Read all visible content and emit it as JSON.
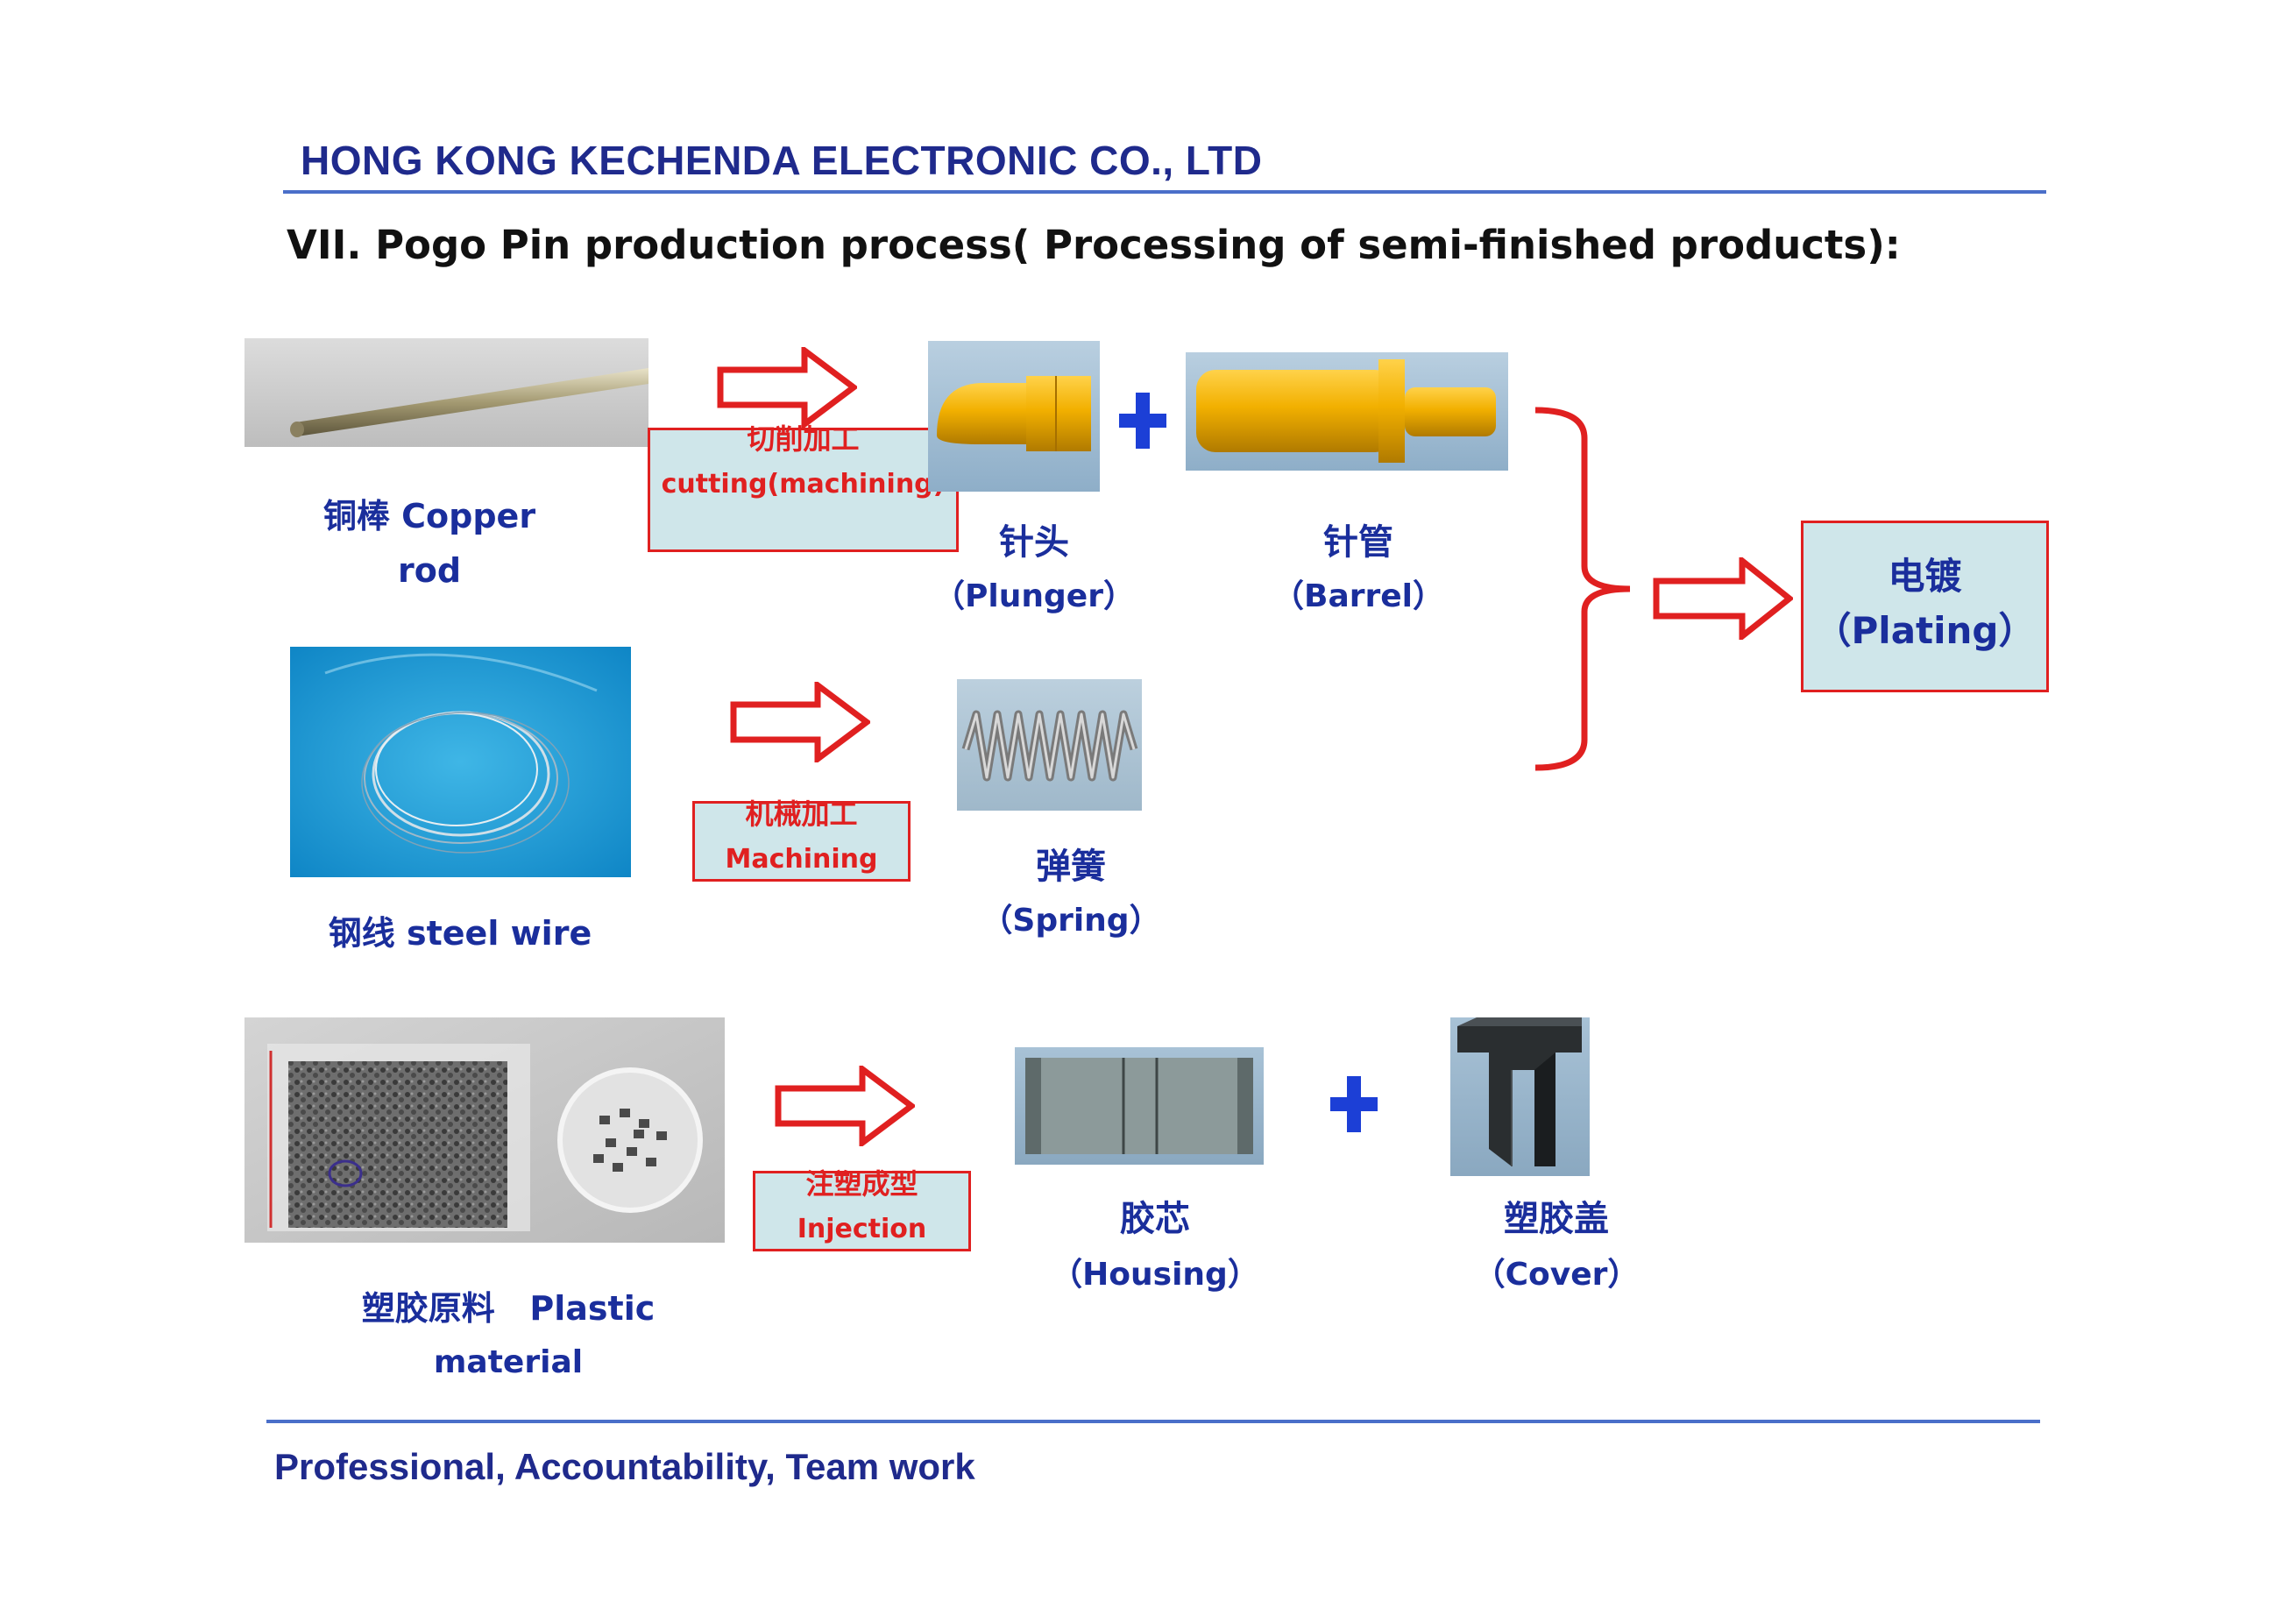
{
  "header": {
    "company": "HONG KONG KECHENDA ELECTRONIC CO.,  LTD"
  },
  "section": {
    "title": "VII. Pogo Pin production process( Processing of semi-finished products):"
  },
  "rows": {
    "copper": {
      "source_label": "铜棒 Copper rod",
      "process_cn": "切削加工",
      "process_en": "cutting(machining)",
      "plunger_cn": "针头",
      "plunger_en": "（Plunger）",
      "barrel_cn": "针管",
      "barrel_en": "（Barrel）"
    },
    "wire": {
      "source_label": "钢线 steel wire",
      "process_cn": "机械加工",
      "process_en": "Machining",
      "spring_cn": "弹簧",
      "spring_en": "（Spring）"
    },
    "plastic": {
      "source_label_1": "塑胶原料   Plastic",
      "source_label_2": "material",
      "process_cn": "注塑成型",
      "process_en": "Injection",
      "housing_cn": "胶芯",
      "housing_en": "（Housing）",
      "cover_cn": "塑胶盖",
      "cover_en": "（Cover）"
    }
  },
  "plating": {
    "cn": "电镀",
    "en": "（Plating）"
  },
  "footer": {
    "motto": "Professional, Accountability, Team work"
  },
  "colors": {
    "navy": "#1f2a8c",
    "arrow_red": "#e02020",
    "box_fill": "#cfe6ea",
    "plus_blue": "#1c3fd6"
  }
}
